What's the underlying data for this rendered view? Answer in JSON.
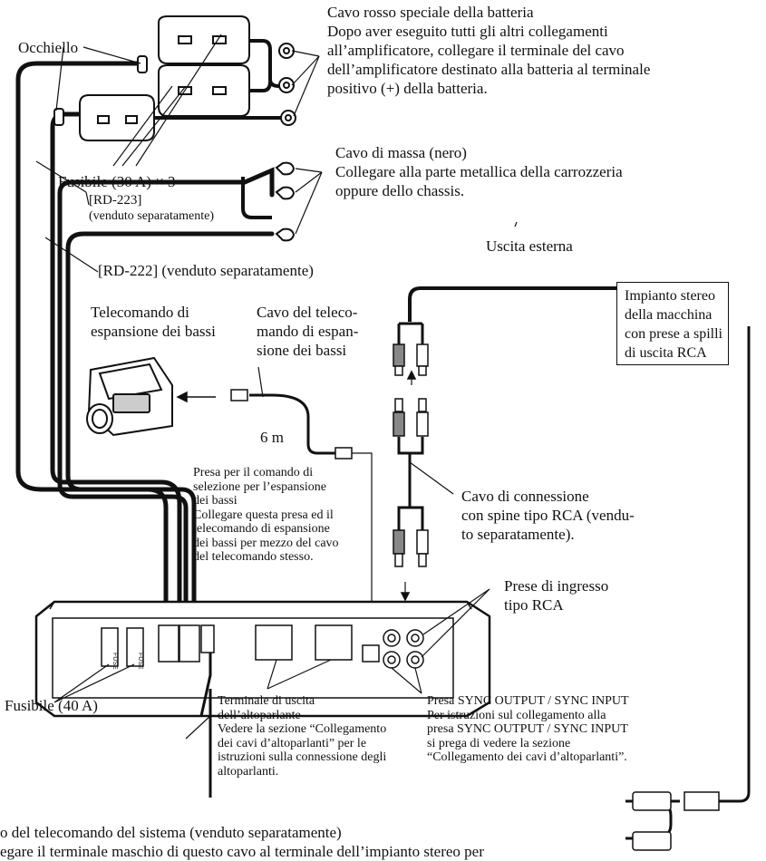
{
  "labels": {
    "occhiello": "Occhiello",
    "fusibile_30": "Fusibile (30 A) × 3",
    "fusibile_40": "Fusibile (40 A)",
    "battery_title": "Cavo rosso speciale della batteria",
    "battery_desc": [
      "Dopo aver eseguito tutti gli altri collegamenti",
      "all’amplificatore, collegare il terminale del cavo",
      "dell’amplificatore destinato alla batteria al terminale",
      "positivo (+) della batteria."
    ],
    "ground_title": "Cavo di massa (nero)",
    "ground_desc": [
      "Collegare alla parte metallica della carrozzeria",
      "oppure dello chassis."
    ],
    "rd223": "[RD-223]",
    "rd223_note": "(venduto separatamente)",
    "rd222": "[RD-222] (venduto separatamente)",
    "remote_controller": [
      "Telecomando di",
      "espansione dei bassi"
    ],
    "remote_cable": [
      "Cavo del teleco-",
      "mando di espan-",
      "sione dei bassi"
    ],
    "length": "6 m",
    "external_output": "Uscita esterna",
    "car_stereo": [
      "Impianto stereo",
      "della macchina",
      "con prese a spilli",
      "di uscita RCA"
    ],
    "rca_cable": [
      "Cavo di connessione",
      "con spine tipo RCA (vendu-",
      "to separatamente)."
    ],
    "remote_jack": [
      "Presa per il comando di",
      "selezione per l’espansione",
      "dei bassi",
      "Collegare questa presa ed il",
      "telecomando di espansione",
      "dei bassi per mezzo del cavo",
      "del telecomando stesso."
    ],
    "rca_input": [
      "Prese di ingresso",
      "tipo RCA"
    ],
    "speaker_terminal": [
      "Terminale di uscita",
      "dell’altoparlante",
      "Vedere la sezione “Collegamento",
      "dei cavi d’altoparlanti” per le",
      "istruzioni sulla connessione degli",
      "altoparlanti."
    ],
    "sync": [
      "Presa SYNC OUTPUT / SYNC INPUT",
      "Per istruzioni sul collegamento alla",
      "presa SYNC OUTPUT / SYNC INPUT",
      "si prega di vedere la sezione",
      "“Collegamento dei cavi d’altoparlanti”."
    ],
    "system_remote": [
      "o del telecomando del sistema (venduto separatamente)",
      "egare il terminale maschio di questo cavo al terminale dell’impianto stereo per"
    ],
    "fuse_marks": [
      "FUSE",
      "FUSE"
    ]
  }
}
